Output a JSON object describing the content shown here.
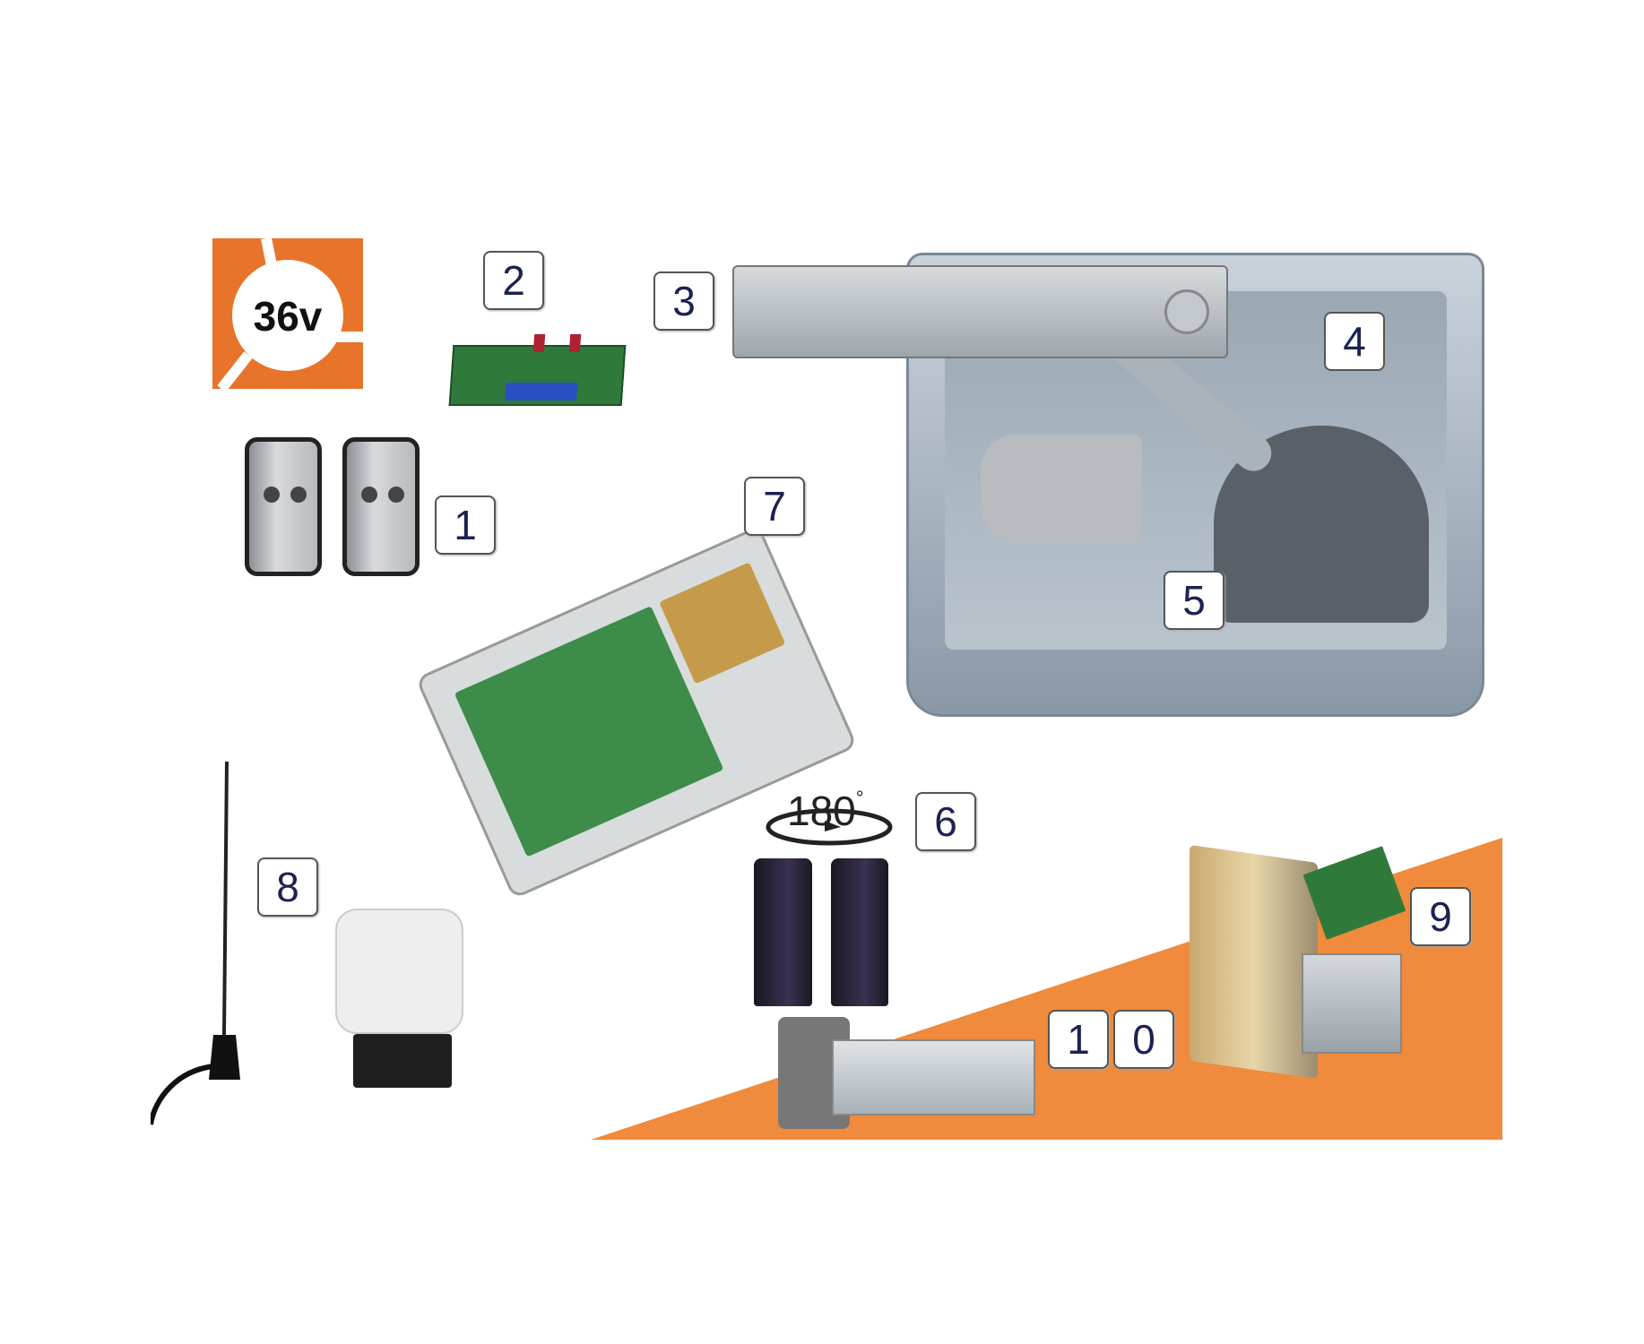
{
  "logo": {
    "text": "36v",
    "color": "#e8742c"
  },
  "labels": [
    "1",
    "2",
    "3",
    "4",
    "5",
    "6",
    "7",
    "8",
    "9",
    "1",
    "0"
  ],
  "rotation_badge": {
    "value": "180",
    "unit": "°"
  },
  "colors": {
    "accent_orange": "#f08a3c",
    "label_text": "#1c2250"
  }
}
